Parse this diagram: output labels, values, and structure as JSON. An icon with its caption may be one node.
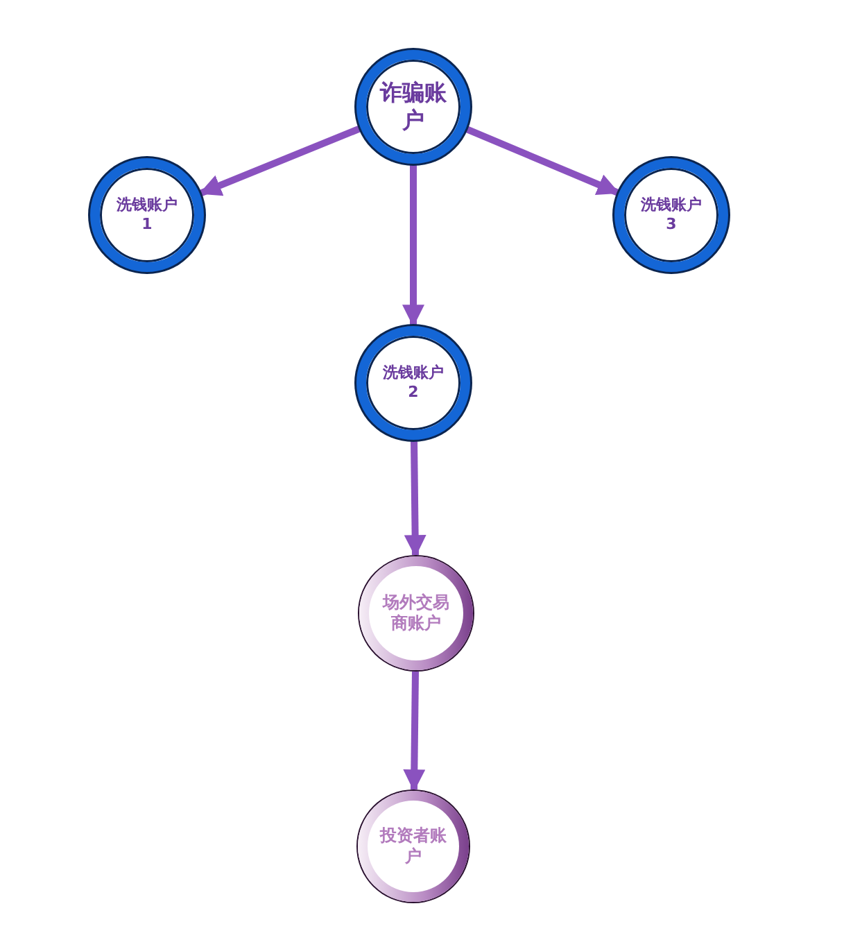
{
  "diagram": {
    "nodes": [
      {
        "text": [
          "诈骗账户"
        ]
      },
      {
        "text": [
          "洗钱账户1"
        ]
      },
      {
        "text": [
          "洗钱账户2"
        ]
      },
      {
        "text": [
          "洗钱账户3"
        ]
      },
      {
        "text": [
          "场外交易商账户"
        ]
      },
      {
        "text": [
          "投资者账户"
        ]
      }
    ],
    "edges": [
      {
        "from": 0,
        "to": 1,
        "arrow": "to"
      },
      {
        "from": 0,
        "to": 2,
        "arrow": "to"
      },
      {
        "from": 0,
        "to": 3,
        "arrow": "to"
      },
      {
        "from": 2,
        "to": 4,
        "arrow": "to"
      },
      {
        "from": 4,
        "to": 5,
        "arrow": "to"
      }
    ]
  }
}
